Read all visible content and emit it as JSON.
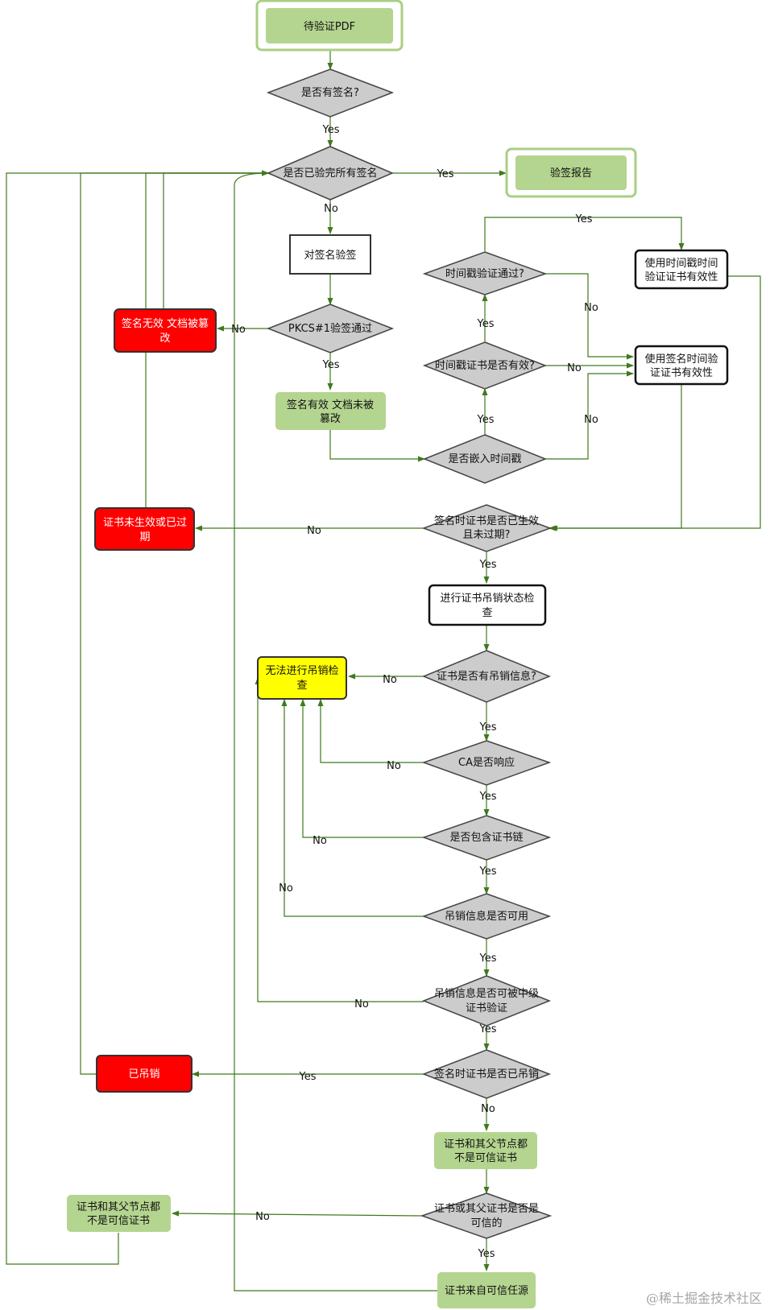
{
  "colors": {
    "green_fill": "#b4d58f",
    "green_border": "#a9cf83",
    "red_fill": "#ff0000",
    "yellow_fill": "#ffff00",
    "diamond_fill": "#cccccc",
    "edge": "#3f7a1c"
  },
  "nodes": {
    "start": "待验证PDF",
    "has_signature": "是否有签名?",
    "all_verified": "是否已验完所有签名",
    "report": "验签报告",
    "verify_each": "对签名验签",
    "pkcs1": "PKCS#1验签通过",
    "sig_invalid": [
      "签名无效 文档被篡",
      "改"
    ],
    "sig_valid": [
      "签名有效 文档未被",
      "篡改"
    ],
    "ts_verified": "时间戳验证通过?",
    "use_ts_time": [
      "使用时间戳时间",
      "验证证书有效性"
    ],
    "ts_cert_valid": "时间戳证书是否有效?",
    "use_sign_time": [
      "使用签名时间验",
      "证证书有效性"
    ],
    "embedded_ts": "是否嵌入时间戳",
    "cert_period": [
      "签名时证书是否已生效",
      "且未过期?"
    ],
    "cert_expired": [
      "证书未生效或已过",
      "期"
    ],
    "revocation_check": [
      "进行证书吊销状态检",
      "查"
    ],
    "cannot_check": [
      "无法进行吊销检",
      "查"
    ],
    "has_rev_info": "证书是否有吊销信息?",
    "ca_responds": "CA是否响应",
    "has_chain": "是否包含证书链",
    "rev_available": "吊销信息是否可用",
    "rev_verifiable": [
      "吊销信息是否可被中级",
      "证书验证"
    ],
    "revoked": "已吊销",
    "revoked_at_sign": "签名时证书是否已吊销",
    "untrusted_1": [
      "证书和其父节点都",
      "不是可信证书"
    ],
    "trusted_q": [
      "证书或其父证书是否是",
      "可信的"
    ],
    "untrusted_2": [
      "证书和其父节点都",
      "不是可信证书"
    ],
    "trusted_source": "证书来自可信任源"
  },
  "labels": {
    "yes": "Yes",
    "no": "No"
  },
  "watermark": "@稀土掘金技术社区"
}
